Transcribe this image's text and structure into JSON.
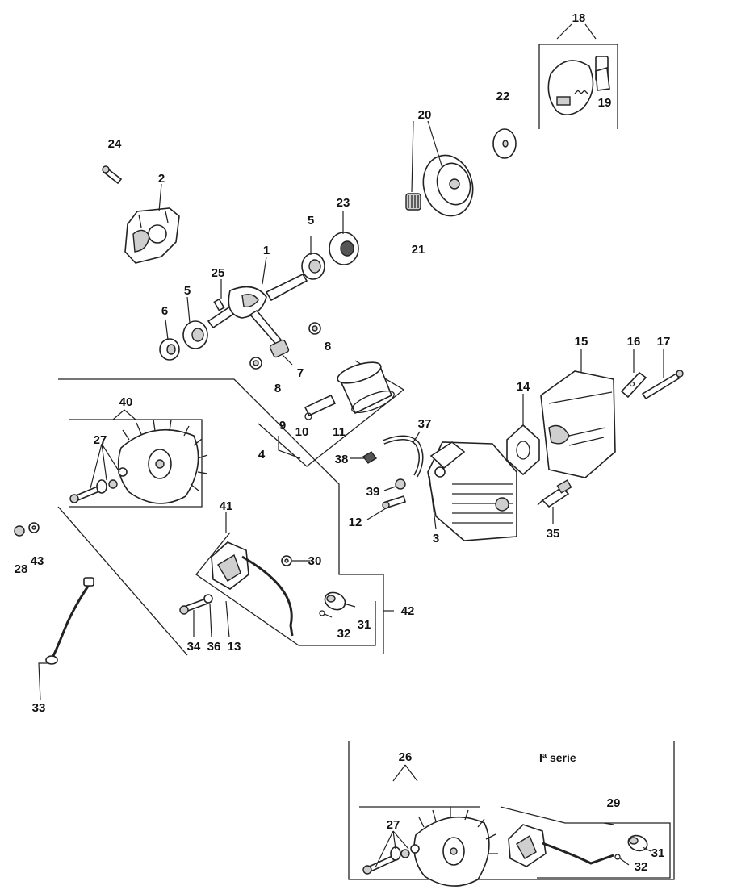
{
  "title": "",
  "note": "Iª serie",
  "labels": {
    "p1": "1",
    "p2": "2",
    "p3": "3",
    "p4": "4",
    "p5a": "5",
    "p5b": "5",
    "p6": "6",
    "p7": "7",
    "p8a": "8",
    "p8b": "8",
    "p9": "9",
    "p10": "10",
    "p11": "11",
    "p12": "12",
    "p13": "13",
    "p14": "14",
    "p15": "15",
    "p16": "16",
    "p17": "17",
    "p18": "18",
    "p19": "19",
    "p20": "20",
    "p21": "21",
    "p22": "22",
    "p23": "23",
    "p24": "24",
    "p25": "25",
    "p26": "26",
    "p27a": "27",
    "p27b": "27",
    "p28": "28",
    "p29": "29",
    "p30": "30",
    "p31a": "31",
    "p31b": "31",
    "p32a": "32",
    "p32b": "32",
    "p33": "33",
    "p34": "34",
    "p35": "35",
    "p36": "36",
    "p37": "37",
    "p38": "38",
    "p39": "39",
    "p40": "40",
    "p41": "41",
    "p42": "42",
    "p43": "43"
  },
  "colors": {
    "line": "#222222",
    "background": "#ffffff"
  }
}
